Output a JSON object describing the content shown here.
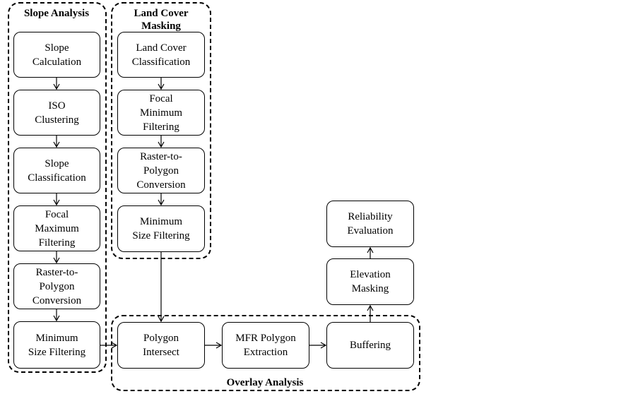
{
  "groups": {
    "slope": "Slope Analysis",
    "landcover": "Land Cover\nMasking",
    "overlay": "Overlay Analysis"
  },
  "slope_steps": [
    "Slope\nCalculation",
    "ISO\nClustering",
    "Slope\nClassification",
    "Focal\nMaximum\nFiltering",
    "Raster-to-\nPolygon\nConversion",
    "Minimum\nSize Filtering"
  ],
  "landcover_steps": [
    "Land Cover\nClassification",
    "Focal\nMinimum\nFiltering",
    "Raster-to-\nPolygon\nConversion",
    "Minimum\nSize Filtering"
  ],
  "overlay_steps": [
    "Polygon\nIntersect",
    "MFR Polygon\nExtraction",
    "Buffering"
  ],
  "final_steps": [
    "Elevation\nMasking",
    "Reliability\nEvaluation"
  ]
}
